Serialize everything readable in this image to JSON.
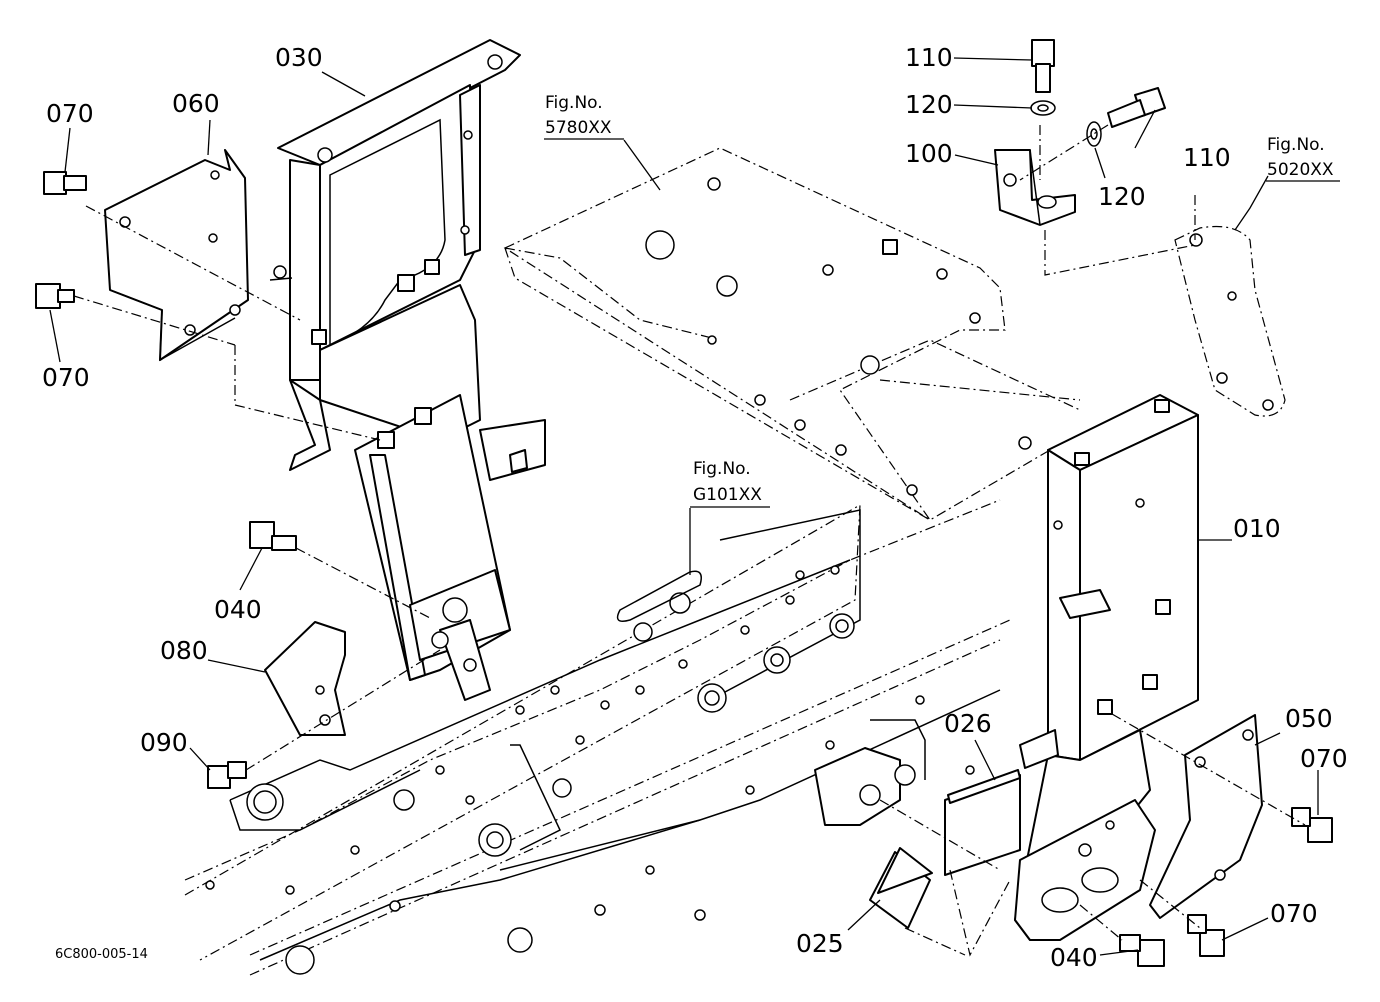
{
  "labels": {
    "p030": "030",
    "p060": "060",
    "p070_a": "070",
    "p070_b": "070",
    "p070_c": "070",
    "p070_d": "070",
    "p040_a": "040",
    "p040_b": "040",
    "p080": "080",
    "p090": "090",
    "p110_a": "110",
    "p110_b": "110",
    "p120_a": "120",
    "p120_b": "120",
    "p100": "100",
    "p010": "010",
    "p026": "026",
    "p050": "050",
    "p025": "025"
  },
  "refs": [
    {
      "line1": "Fig.No.",
      "line2": "5780XX"
    },
    {
      "line1": "Fig.No.",
      "line2": "5020XX"
    },
    {
      "line1": "Fig.No.",
      "line2": "G101XX"
    }
  ],
  "drawing_code": "6C800-005-14"
}
